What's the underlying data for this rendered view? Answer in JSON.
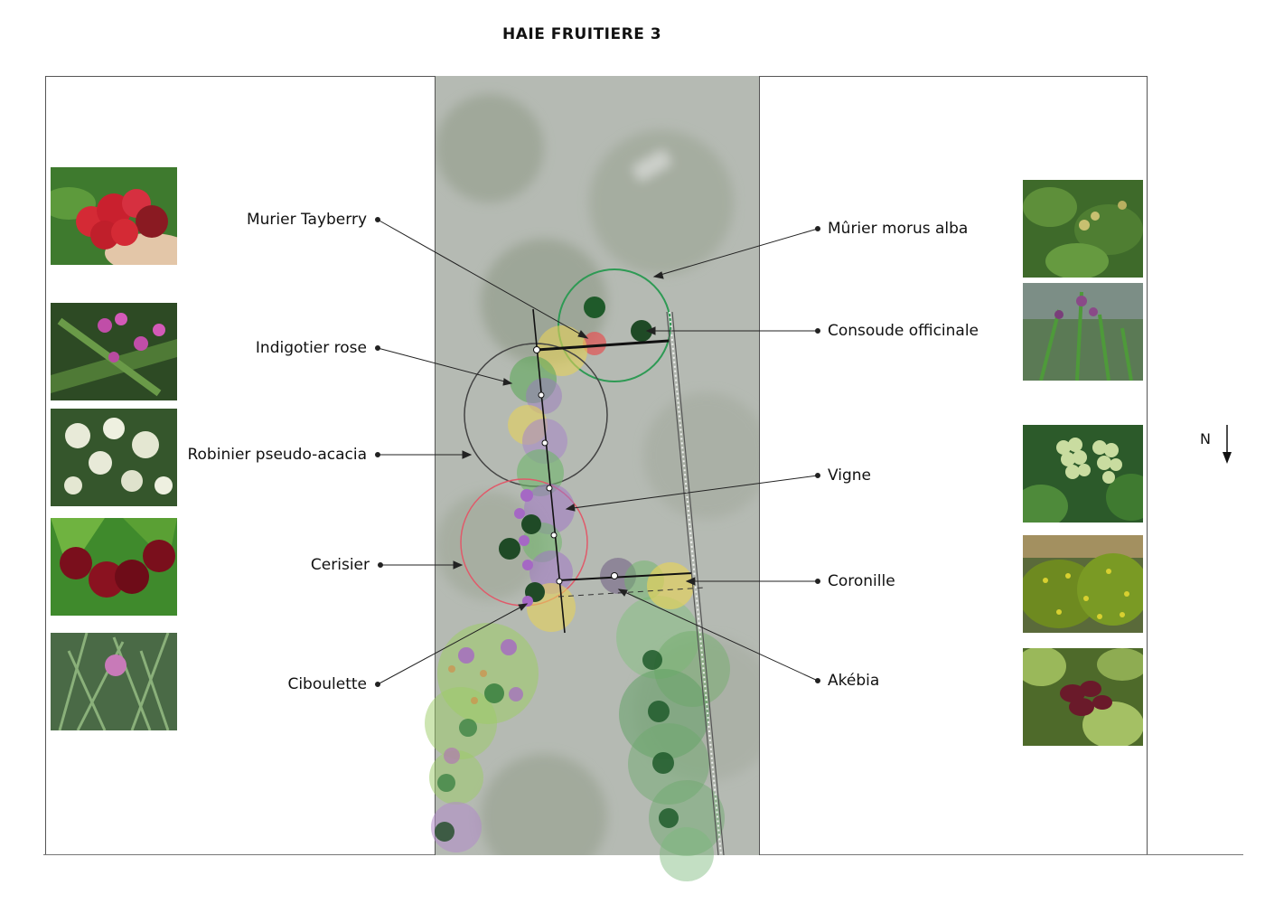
{
  "title": "HAIE FRUITIERE 3",
  "north_label": "N",
  "labels_left": [
    "Murier Tayberry",
    "Indigotier rose",
    "Robinier pseudo-acacia",
    "Cerisier",
    "Ciboulette"
  ],
  "labels_right": [
    "Mûrier morus alba",
    "Consoude officinale",
    "Vigne",
    "Coronille",
    "Akébia"
  ],
  "colors": {
    "canopy_green": "#2e9a54",
    "canopy_dark": "#3a3a3a",
    "canopy_red": "#e05a6a",
    "yellow": "#e6d25a",
    "purple": "#a077c4",
    "leaf_green": "#7fb46a",
    "dark_green": "#1f5a2a"
  }
}
